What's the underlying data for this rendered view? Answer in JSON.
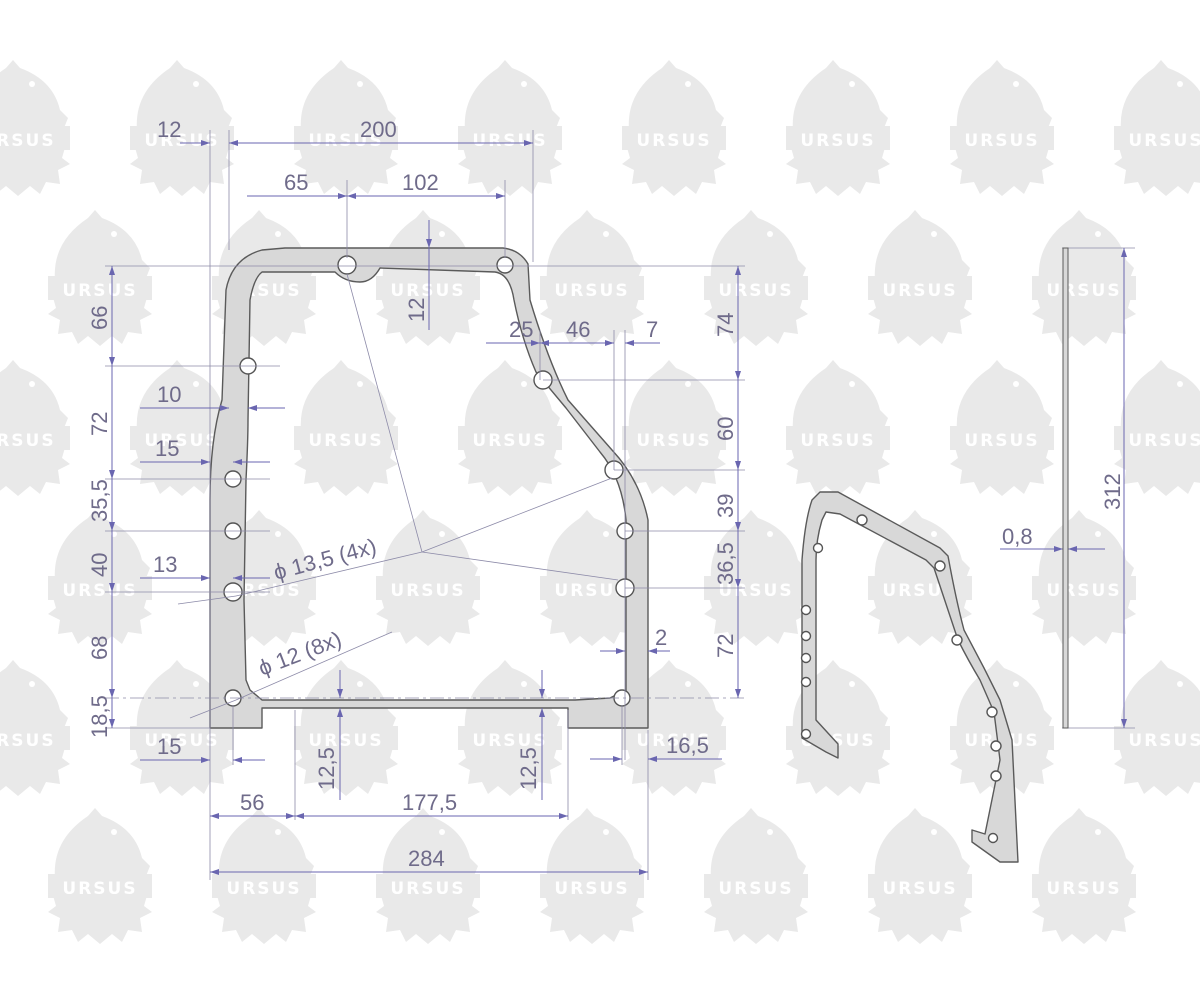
{
  "watermark": {
    "brand": "URSUS",
    "icon": "bear-gear-logo-icon",
    "color": "#e9e9e9"
  },
  "colors": {
    "dimension": "#6a66b0",
    "text": "#6f6b8a",
    "gasket_fill": "#d8d8d8",
    "gasket_stroke": "#5a5a5a"
  },
  "dimensions": {
    "top_12": "12",
    "top_200": "200",
    "top_65": "65",
    "top_102": "102",
    "inner_12": "12",
    "right_25": "25",
    "right_46": "46",
    "right_7": "7",
    "right_74": "74",
    "right_60": "60",
    "right_39": "39",
    "right_36_5": "36,5",
    "right_72": "72",
    "right_2": "2",
    "right_16_5": "16,5",
    "left_66": "66",
    "left_72": "72",
    "left_35_5": "35,5",
    "left_40": "40",
    "left_68": "68",
    "left_18_5": "18,5",
    "left_10": "10",
    "left_15": "15",
    "left_13": "13",
    "bottom_15": "15",
    "bottom_12_5_a": "12,5",
    "bottom_12_5_b": "12,5",
    "bottom_56": "56",
    "bottom_177_5": "177,5",
    "bottom_284": "284",
    "hole_large": "ϕ 13,5  (4x)",
    "hole_small": "ϕ 12  (8x)",
    "thickness": "0,8",
    "height_312": "312"
  }
}
